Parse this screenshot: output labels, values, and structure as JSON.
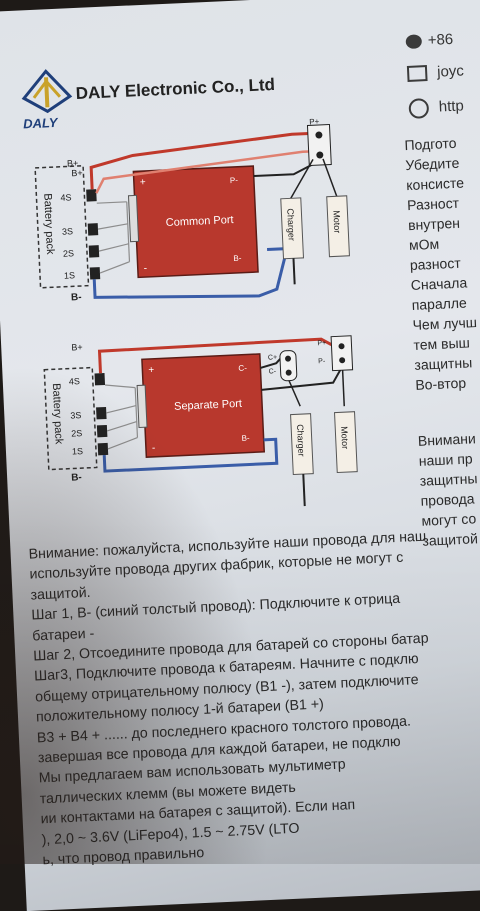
{
  "header": {
    "logo_text": "DALY",
    "company": "DALY Electronic Co., Ltd"
  },
  "contacts": {
    "phone": "+86",
    "email": "joyc",
    "web": "http"
  },
  "diagram_common": {
    "port_label": "Common Port",
    "battery_label": "Battery pack",
    "cells": [
      "4S",
      "3S",
      "2S",
      "1S"
    ],
    "b_plus": "B+",
    "b_plus_2": "B+",
    "b_minus": "B-",
    "p_plus": "P+",
    "p_minus": "P-",
    "b_minus_port": "B-",
    "charger": "Charger",
    "motor": "Motor",
    "board_plus": "+",
    "board_minus": "-"
  },
  "diagram_separate": {
    "port_label": "Separate Port",
    "battery_label": "Battery pack",
    "cells": [
      "4S",
      "3S",
      "2S",
      "1S"
    ],
    "b_plus": "B+",
    "b_minus": "B-",
    "c_minus": "C-",
    "b_minus_port": "B-",
    "p_plus": "P+",
    "p_minus": "P-",
    "c_plus": "C+",
    "c_minus_small": "C-",
    "charger": "Charger",
    "motor": "Motor",
    "board_plus": "+",
    "board_minus": "-"
  },
  "right_column": [
    "Подгото",
    "Убедите",
    "консисте",
    "Разност",
    "внутрен",
    "мОм",
    "разност",
    "Сначала",
    "паралле",
    "Чем лучш",
    "тем выш",
    "защитны",
    "Во-втор"
  ],
  "right_column_2": [
    "Внимани",
    "наши пр",
    "защитны",
    "провода",
    "могут со",
    "защитой"
  ],
  "body_lines": [
    "Внимание: пожалуйста, используйте наши провода для наш",
    "используйте провода других фабрик, которые не могут с",
    "защитой.",
    "Шаг 1, B- (синий толстый провод): Подключите к отрица",
    "батареи -",
    "Шаг 2, Отсоедините провода для батарей со стороны батар",
    "Шаг3, Подключите провода к батареям. Начните с подклю",
    "общему отрицательному полюсу (B1 -), затем подключите",
    "положительному полюсу 1-й батареи (B1 +)",
    "B3 + B4 + ...... до последнего красного толстого провода.",
    "завершая все провода для каждой батареи, не подклю",
    "Мы предлагаем вам использовать мультиметр",
    "таллических клемм (вы можете видеть",
    "ии контактами на батарея с защитой). Если нап",
    "), 2,0 ~ 3.6V (LiFepo4), 1.5 ~ 2.75V (LTO",
    "ь, что провод правильно"
  ]
}
